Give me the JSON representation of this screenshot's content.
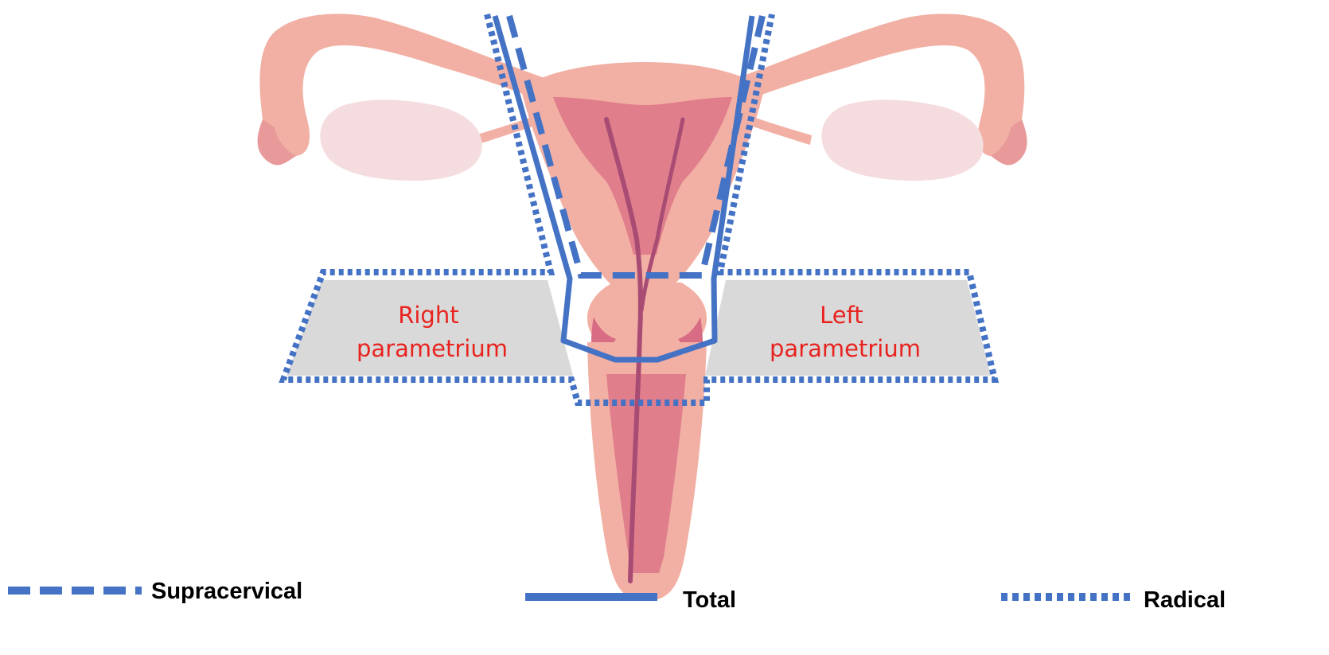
{
  "regions": {
    "right_parametrium": {
      "line1": "Right",
      "line2": "parametrium"
    },
    "left_parametrium": {
      "line1": "Left",
      "line2": "parametrium"
    }
  },
  "legend": {
    "supracervical": "Supracervical",
    "total": "Total",
    "radical": "Radical"
  },
  "colors": {
    "outline": "#4472C4",
    "region_label": "#E8231F",
    "parametrium_fill": "#D9D9D9",
    "tissue": "#F2B0A4",
    "tissue_dark": "#E07E8C",
    "canal": "#A94C74",
    "ovary": "#F5DCDF"
  }
}
